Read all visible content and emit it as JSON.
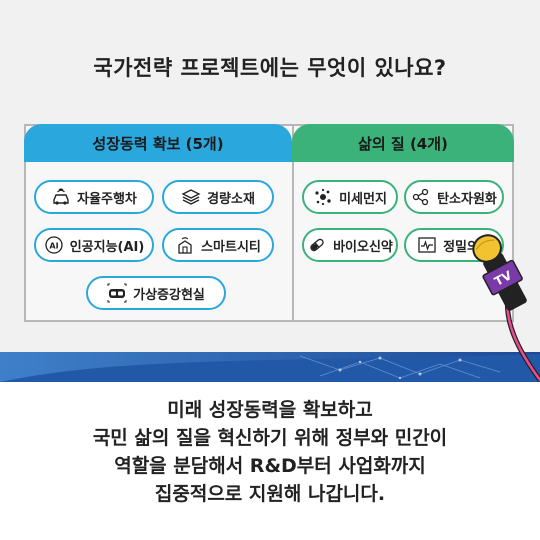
{
  "title": "국가전략 프로젝트에는 무엇이 있나요?",
  "left_header": "성장동력 확보 (5개)",
  "right_header": "삶의 질 (4개)",
  "growth_items": [
    {
      "label": "자율주행차",
      "icon": "self-driving-car-icon"
    },
    {
      "label": "경량소재",
      "icon": "layers-icon"
    },
    {
      "label": "인공지능(AI)",
      "icon": "ai-icon"
    },
    {
      "label": "스마트시티",
      "icon": "smart-city-icon"
    },
    {
      "label": "가상증강현실",
      "icon": "vr-headset-icon"
    }
  ],
  "life_items": [
    {
      "label": "미세먼지",
      "icon": "dust-icon"
    },
    {
      "label": "탄소자원화",
      "icon": "molecule-icon"
    },
    {
      "label": "바이오신약",
      "icon": "pill-icon"
    },
    {
      "label": "정밀의료",
      "icon": "medical-chart-icon"
    }
  ],
  "body_lines": [
    "미래 성장동력을 확보하고",
    "국민 삶의 질을 혁신하기 위해 정부와 민간이",
    "역할을 분담해서 R&D부터 사업화까지",
    "집중적으로 지원해 나갑니다."
  ],
  "mic_label": "TV",
  "colors": {
    "blue": "#2aa7dc",
    "green": "#3bb27a",
    "band": "#1f4e9c"
  }
}
